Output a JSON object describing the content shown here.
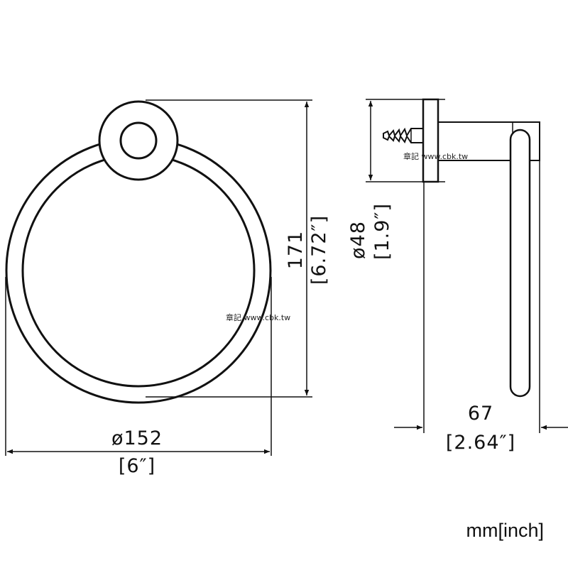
{
  "dimensions": {
    "ring_diameter": {
      "mm": "ø152",
      "inch": "[6″]"
    },
    "overall_height": {
      "mm": "171",
      "inch": "[6.72″]"
    },
    "base_diameter": {
      "mm": "ø48",
      "inch": "[1.9″]"
    },
    "projection": {
      "mm": "67",
      "inch": "[2.64″]"
    }
  },
  "units_label": "mm[inch]",
  "watermark": "章記 www.cbk.tw"
}
